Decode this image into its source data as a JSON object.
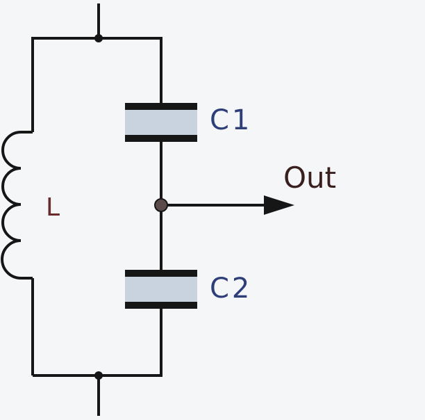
{
  "diagram": {
    "labels": {
      "inductor": "L",
      "capacitor_top": "C1",
      "capacitor_bottom": "C2",
      "output": "Out"
    },
    "colors": {
      "background": "#f4f6f8",
      "wire": "#161616",
      "capacitor_fill": "#c8d3df",
      "capacitor_label": "#2d3e78",
      "inductor_label": "#6b2b2b",
      "output_label": "#3a1f1f",
      "output_node": "#5b4a4a"
    }
  }
}
